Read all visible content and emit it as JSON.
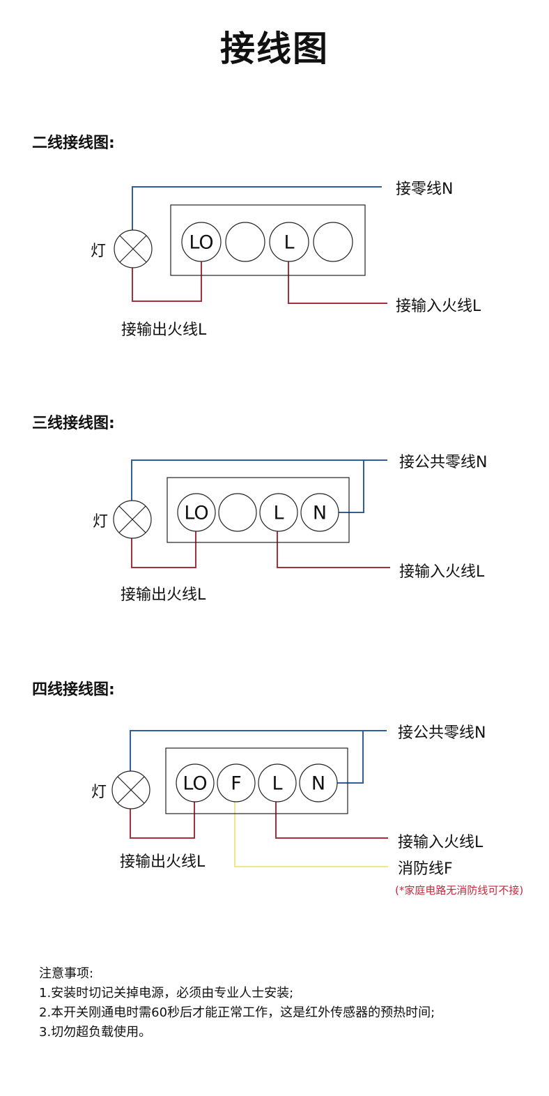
{
  "title": "接线图",
  "colors": {
    "neutral_wire": "#2e5f9b",
    "live_wire": "#a5303c",
    "fire_wire": "#f0e68c",
    "note_text": "#c4293a"
  },
  "sections": [
    {
      "title": "二线接线图:",
      "lamp_label": "灯",
      "terminals": [
        "LO",
        "",
        "L",
        ""
      ],
      "labels": {
        "neutral": "接零线N",
        "input_live": "接输入火线L",
        "output_live": "接输出火线L"
      }
    },
    {
      "title": "三线接线图:",
      "lamp_label": "灯",
      "terminals": [
        "LO",
        "",
        "L",
        "N"
      ],
      "labels": {
        "neutral": "接公共零线N",
        "input_live": "接输入火线L",
        "output_live": "接输出火线L"
      }
    },
    {
      "title": "四线接线图:",
      "lamp_label": "灯",
      "terminals": [
        "LO",
        "F",
        "L",
        "N"
      ],
      "labels": {
        "neutral": "接公共零线N",
        "input_live": "接输入火线L",
        "output_live": "接输出火线L",
        "fire": "消防线F",
        "fire_note": "(*家庭电路无消防线可不接)"
      }
    }
  ],
  "notes": {
    "heading": "注意事项:",
    "items": [
      "1.安装时切记关掉电源，必须由专业人士安装;",
      "2.本开关刚通电时需60秒后才能正常工作，这是红外传感器的预热时间;",
      "3.切勿超负载使用。"
    ]
  }
}
